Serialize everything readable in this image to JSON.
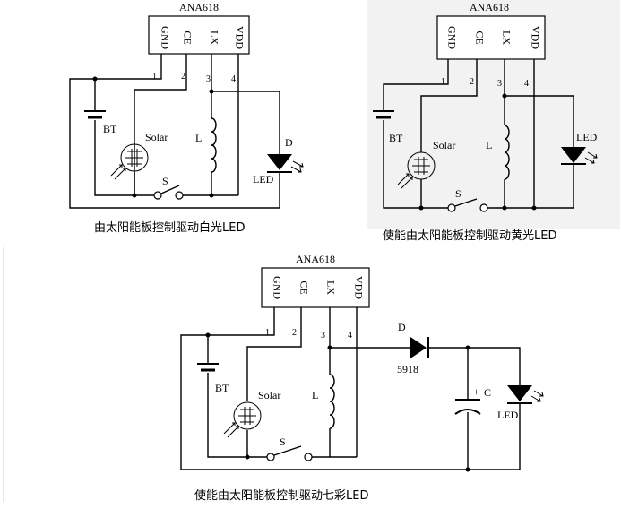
{
  "circuit1": {
    "chip": "ANA618",
    "pins": [
      "GND",
      "CE",
      "LX",
      "VDD"
    ],
    "pin_numbers": [
      "1",
      "2",
      "3",
      "4"
    ],
    "battery": "BT",
    "solar": "Solar",
    "inductor": "L",
    "switch": "S",
    "led_designator": "D",
    "led": "LED",
    "caption": "由太阳能板控制驱动白光LED"
  },
  "circuit2": {
    "chip": "ANA618",
    "pins": [
      "GND",
      "CE",
      "LX",
      "VDD"
    ],
    "pin_numbers": [
      "1",
      "2",
      "3",
      "4"
    ],
    "battery": "BT",
    "solar": "Solar",
    "inductor": "L",
    "switch": "S",
    "led": "LED",
    "caption": "使能由太阳能板控制驱动黄光LED"
  },
  "circuit3": {
    "chip": "ANA618",
    "pins": [
      "GND",
      "CE",
      "LX",
      "VDD"
    ],
    "pin_numbers": [
      "1",
      "2",
      "3",
      "4"
    ],
    "battery": "BT",
    "solar": "Solar",
    "inductor": "L",
    "switch": "S",
    "diode_designator": "D",
    "diode": "5918",
    "cap_plus": "+",
    "capacitor": "C",
    "led": "LED",
    "caption": "使能由太阳能板控制驱动七彩LED"
  }
}
